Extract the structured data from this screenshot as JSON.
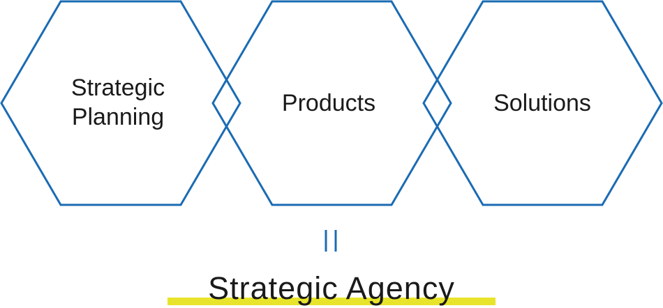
{
  "colors": {
    "hexagon_stroke": "#1b6bb3",
    "equals_sign": "#1b6bb3",
    "highlight": "#e8e42c",
    "text": "#1a1a1a"
  },
  "hexagons": [
    {
      "lines": [
        "Strategic",
        "Planning"
      ]
    },
    {
      "lines": [
        "Products"
      ]
    },
    {
      "lines": [
        "Solutions"
      ]
    }
  ],
  "result": {
    "label": "Strategic Agency"
  }
}
